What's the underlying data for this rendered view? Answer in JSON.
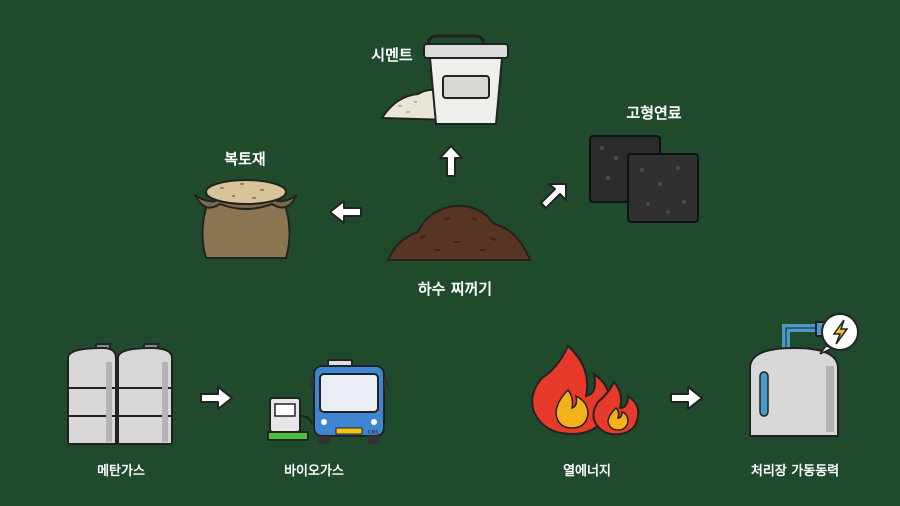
{
  "center": {
    "label": "하수 찌꺼기",
    "icon": "sludge-pile-icon"
  },
  "products": {
    "cement": {
      "label": "시멘트",
      "icon": "cement-bucket-icon"
    },
    "solid_fuel": {
      "label": "고형연료",
      "icon": "solid-fuel-blocks-icon"
    },
    "cover_soil": {
      "label": "복토재",
      "icon": "soil-sack-icon"
    }
  },
  "flow_left": {
    "source": {
      "label": "메탄가스",
      "icon": "gas-tanks-icon"
    },
    "target": {
      "label": "바이오가스",
      "icon": "bus-and-charger-icon",
      "bus_plate": "CNS"
    }
  },
  "flow_right": {
    "source": {
      "label": "열에너지",
      "icon": "fire-icon"
    },
    "target": {
      "label": "처리장 가동동력",
      "icon": "power-plant-tank-icon",
      "badge": "lightning-icon"
    }
  },
  "colors": {
    "background": "#1f4a2c",
    "arrow": "#ffffff",
    "sludge": "#5a3422",
    "flame_red": "#e83a2a",
    "flame_yellow": "#f2b31a",
    "bus_blue": "#3f86d2",
    "lightning": "#f5c326"
  }
}
